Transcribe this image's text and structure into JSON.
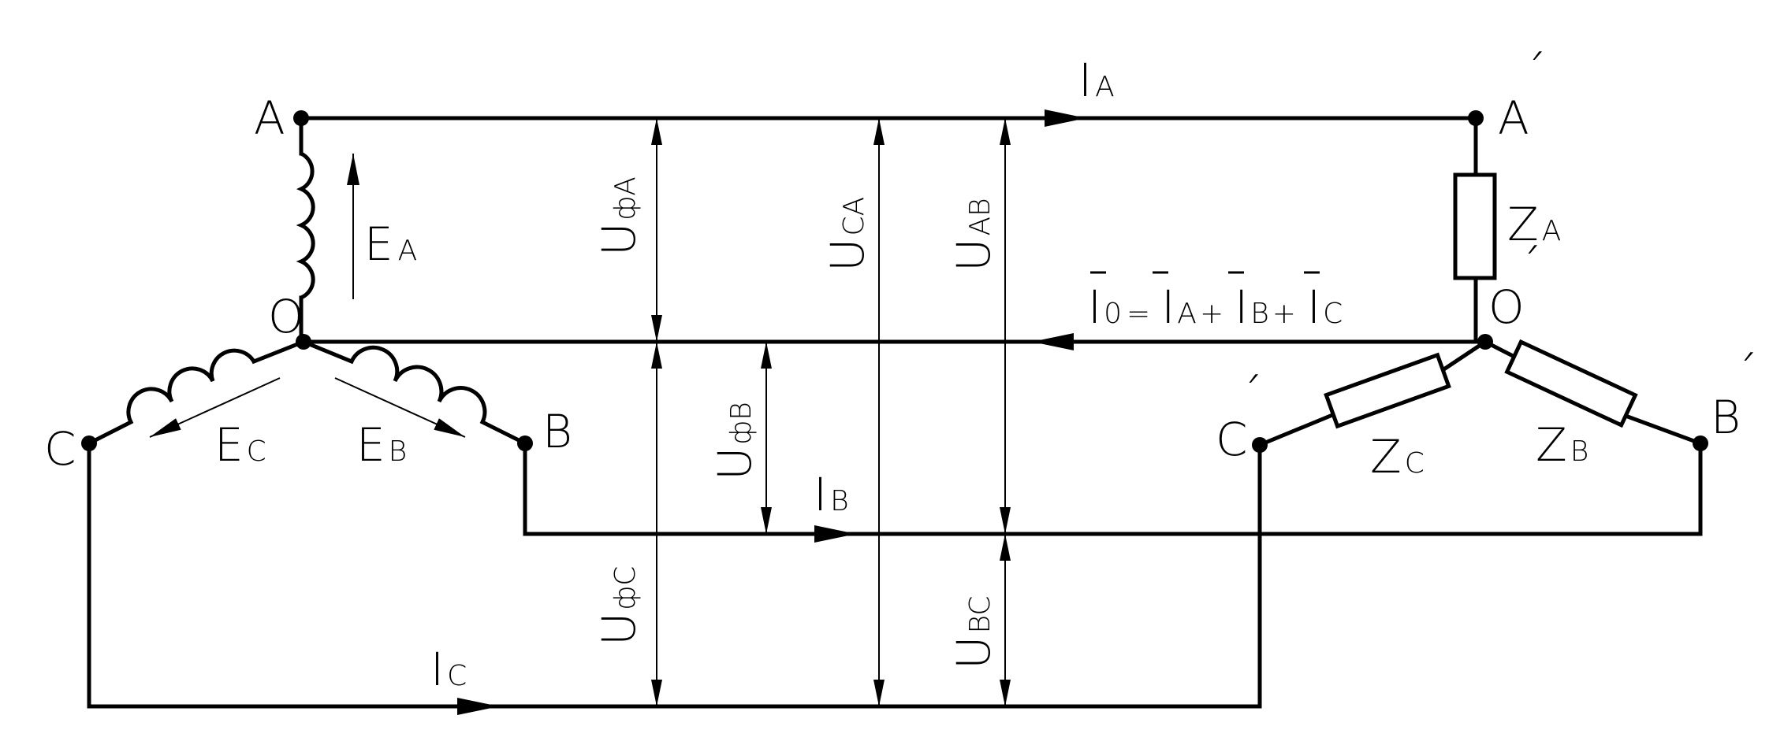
{
  "nodes": {
    "A": "A",
    "O": "O",
    "B": "B",
    "C": "C",
    "A_prime": "A",
    "O_prime": "O",
    "B_prime": "B",
    "C_prime": "C",
    "prime_mark": "´"
  },
  "sources": {
    "E_letter": "E",
    "EA_sub": "A",
    "EB_sub": "B",
    "EC_sub": "C"
  },
  "loads": {
    "Z_letter": "Z",
    "ZA_sub": "A",
    "ZB_sub": "B",
    "ZC_sub": "C"
  },
  "currents": {
    "I_letter": "I",
    "IA_sub": "A",
    "IB_sub": "B",
    "IC_sub": "C",
    "neutral_equation": {
      "I0_sub": "0",
      "eq": "=",
      "plus": "+",
      "IA_sub": "A",
      "IB_sub": "B",
      "IC_sub": "C"
    }
  },
  "voltages": {
    "U_letter": "U",
    "phase_A_sub": "фA",
    "phase_B_sub": "фB",
    "phase_C_sub": "фC",
    "line_CA_sub": "CA",
    "line_AB_sub": "AB",
    "line_BC_sub": "BC"
  },
  "colors": {
    "line": "#000000",
    "background": "#ffffff"
  }
}
